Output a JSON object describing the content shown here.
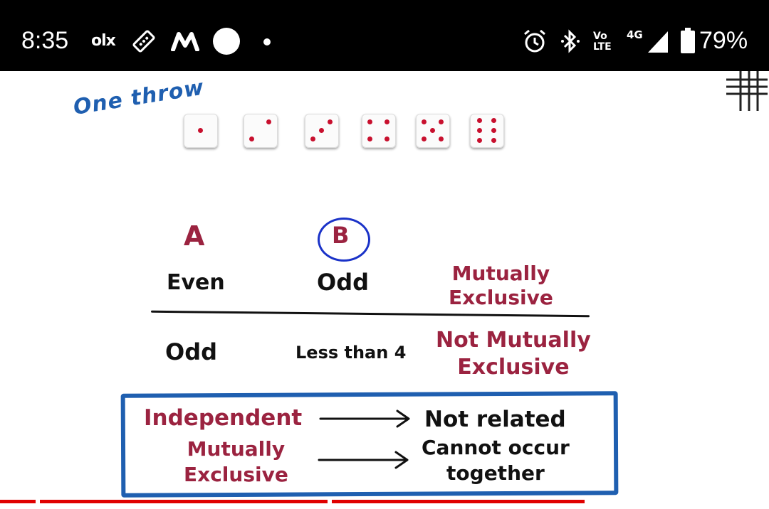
{
  "status_bar": {
    "time": "8:35",
    "olx": "olx",
    "lte_top": "Vo",
    "lte_bottom": "LTE",
    "network": "4G",
    "battery": "79%",
    "icons": [
      "olx-icon",
      "ticket-icon",
      "m-app-icon",
      "circle-icon",
      "dot-icon",
      "alarm-icon",
      "bluetooth-icon",
      "volte-icon",
      "signal-icon",
      "battery-icon"
    ]
  },
  "lesson": {
    "one_throw": "One throw",
    "dice": [
      1,
      2,
      3,
      4,
      5,
      6
    ],
    "header_a": "A",
    "header_b": "B",
    "row1": {
      "a": "Even",
      "b": "Odd",
      "result_line1": "Mutually",
      "result_line2": "Exclusive"
    },
    "row2": {
      "a": "Odd",
      "b": "Less than 4",
      "result_line1": "Not Mutually",
      "result_line2": "Exclusive"
    },
    "box": {
      "term1": "Independent",
      "def1": "Not related",
      "term2_line1": "Mutually",
      "term2_line2": "Exclusive",
      "def2_line1": "Cannot occur",
      "def2_line2": "together"
    }
  },
  "progress": {
    "played_fraction": 0.76
  },
  "colors": {
    "accent_blue": "#1f5fb0",
    "maroon": "#9b2340",
    "progress_red": "#e00000"
  }
}
